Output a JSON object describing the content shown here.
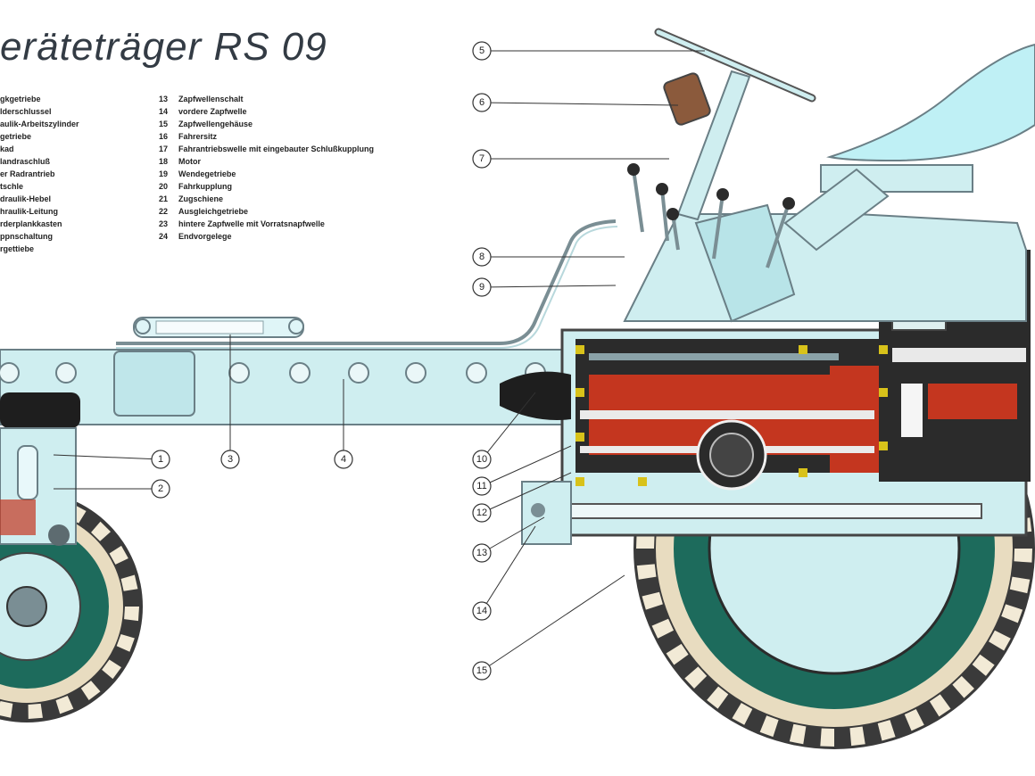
{
  "title": "eräteträger RS 09",
  "legend_left": [
    "gkgetriebe",
    "lderschlussel",
    "aulik-Arbeitszylinder",
    "getriebe",
    "kad",
    "landraschluß",
    "er Radrantrieb",
    "tschle",
    "draulik-Hebel",
    "hraulik-Leitung",
    "rderplankkasten",
    "ppnschaltung",
    "rgettiebe"
  ],
  "legend_right": [
    {
      "num": "13",
      "label": "Zapfwellenschalt"
    },
    {
      "num": "14",
      "label": "vordere Zapfwelle"
    },
    {
      "num": "15",
      "label": "Zapfwellengehäuse"
    },
    {
      "num": "16",
      "label": "Fahrersitz"
    },
    {
      "num": "17",
      "label": "Fahrantriebswelle mit eingebauter Schlußkupplung"
    },
    {
      "num": "18",
      "label": "Motor"
    },
    {
      "num": "19",
      "label": "Wendegetriebe"
    },
    {
      "num": "20",
      "label": "Fahrkupplung"
    },
    {
      "num": "21",
      "label": "Zugschiene"
    },
    {
      "num": "22",
      "label": "Ausgleichgetriebe"
    },
    {
      "num": "23",
      "label": "hintere Zapfwelle mit Vorratsnapfwelle"
    },
    {
      "num": "24",
      "label": "Endvorgelege"
    }
  ],
  "callouts": [
    "5",
    "6",
    "7",
    "8",
    "9",
    "1",
    "2",
    "3",
    "4",
    "10",
    "11",
    "12",
    "13",
    "14",
    "15"
  ],
  "colors": {
    "frame": "#cfeef0",
    "frame_stroke": "#6a7f86",
    "engine_red": "#c4361f",
    "engine_dark": "#2b2b2b",
    "seat": "#bff0f5",
    "wheel_green": "#1d6b5c",
    "tire": "#3a3a3a",
    "tire_cream": "#e8dcc0",
    "brass": "#d8c21a"
  }
}
